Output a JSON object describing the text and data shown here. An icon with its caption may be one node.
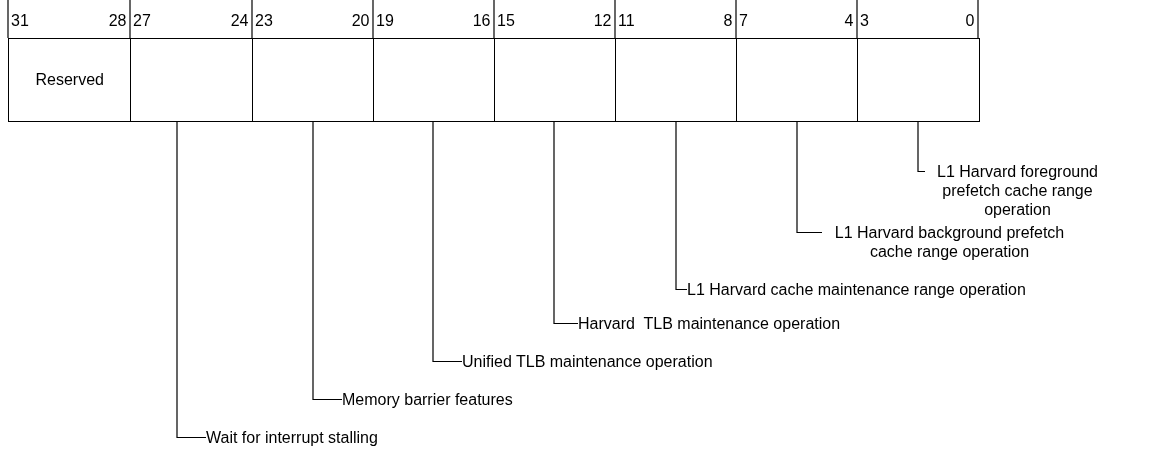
{
  "diagram": {
    "nodes": [
      {
        "text": [
          "Reserved"
        ],
        "beside": [
          "31",
          "28"
        ]
      },
      {
        "text": [],
        "shape": "box",
        "beside": [
          "27",
          "24"
        ]
      },
      {
        "text": [],
        "shape": "box",
        "beside": [
          "23",
          "20"
        ]
      },
      {
        "text": [],
        "shape": "box",
        "beside": [
          "19",
          "16"
        ]
      },
      {
        "text": [],
        "shape": "box",
        "beside": [
          "15",
          "12"
        ]
      },
      {
        "text": [],
        "shape": "box",
        "beside": [
          "11",
          "8"
        ]
      },
      {
        "text": [],
        "shape": "box",
        "beside": [
          "7",
          "4"
        ]
      },
      {
        "text": [],
        "shape": "box",
        "beside": [
          "3",
          "0"
        ]
      },
      {
        "text": [
          "L1 Harvard foreground prefetch cache range operation"
        ]
      },
      {
        "text": [
          "L1 Harvard background prefetch cache range operation"
        ]
      },
      {
        "text": [
          "L1 Harvard cache maintenance range operation"
        ]
      },
      {
        "text": [
          "Harvard  TLB maintenance operation"
        ]
      },
      {
        "text": [
          "Unified TLB maintenance operation"
        ]
      },
      {
        "text": [
          "Memory barrier features"
        ]
      },
      {
        "text": [
          "Wait for interrupt stalling"
        ]
      }
    ],
    "edges": [
      {
        "from": 8,
        "to": 7,
        "arrow": "none"
      },
      {
        "from": 9,
        "to": 6,
        "arrow": "none"
      },
      {
        "from": 10,
        "to": 5,
        "arrow": "none"
      },
      {
        "from": 11,
        "to": 4,
        "arrow": "none"
      },
      {
        "from": 12,
        "to": 3,
        "arrow": "none"
      },
      {
        "from": 13,
        "to": 2,
        "arrow": "none"
      },
      {
        "from": 14,
        "to": 1,
        "arrow": "none"
      }
    ]
  }
}
